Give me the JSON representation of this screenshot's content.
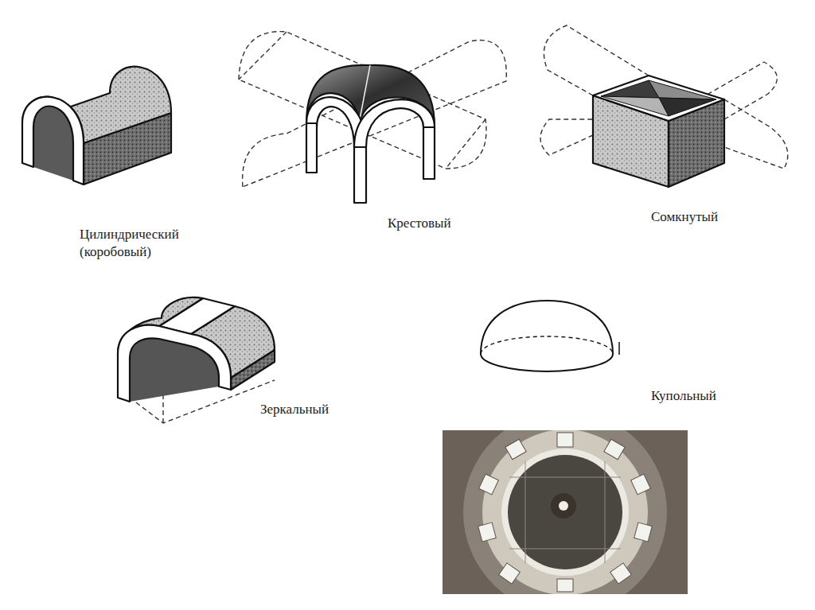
{
  "diagram": {
    "labels": [
      "Цилиндрический (коробовый)",
      "Крестовый",
      "Сомкнутый",
      "Зеркальный",
      "Купольный"
    ]
  }
}
